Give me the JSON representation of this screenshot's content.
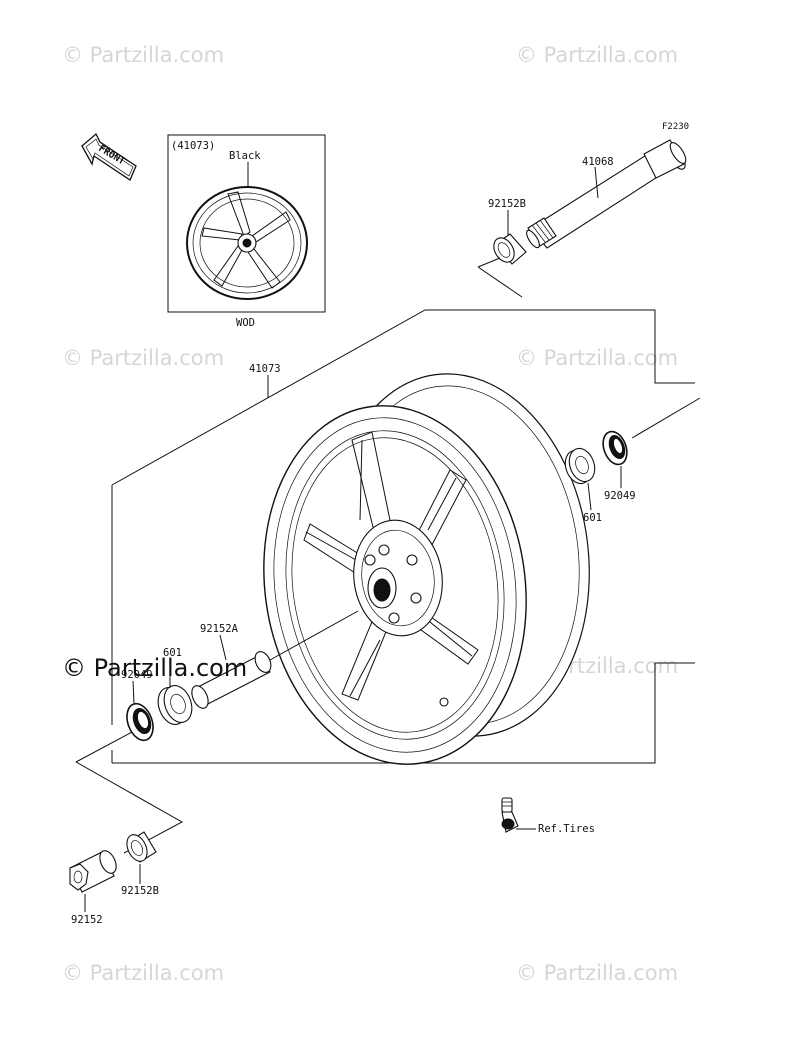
{
  "watermark": {
    "text": "© Partzilla.com"
  },
  "figure_code": "F2230",
  "front_arrow": {
    "label": "FRONT"
  },
  "inset": {
    "part_ref": "(41073)",
    "color": "Black",
    "caption": "WOD"
  },
  "parts": {
    "axle": "41068",
    "collar_top": "92152B",
    "wheel": "41073",
    "bearing_right": "601",
    "seal_right": "92049",
    "spacer": "92152A",
    "bearing_left": "601",
    "seal_left": "92049",
    "collar_bottom": "92152B",
    "nut_collar": "92152",
    "valve_ref": "Ref.Tires"
  },
  "colors": {
    "line": "#111111",
    "watermark": "#d6d6d6",
    "background": "#ffffff"
  }
}
